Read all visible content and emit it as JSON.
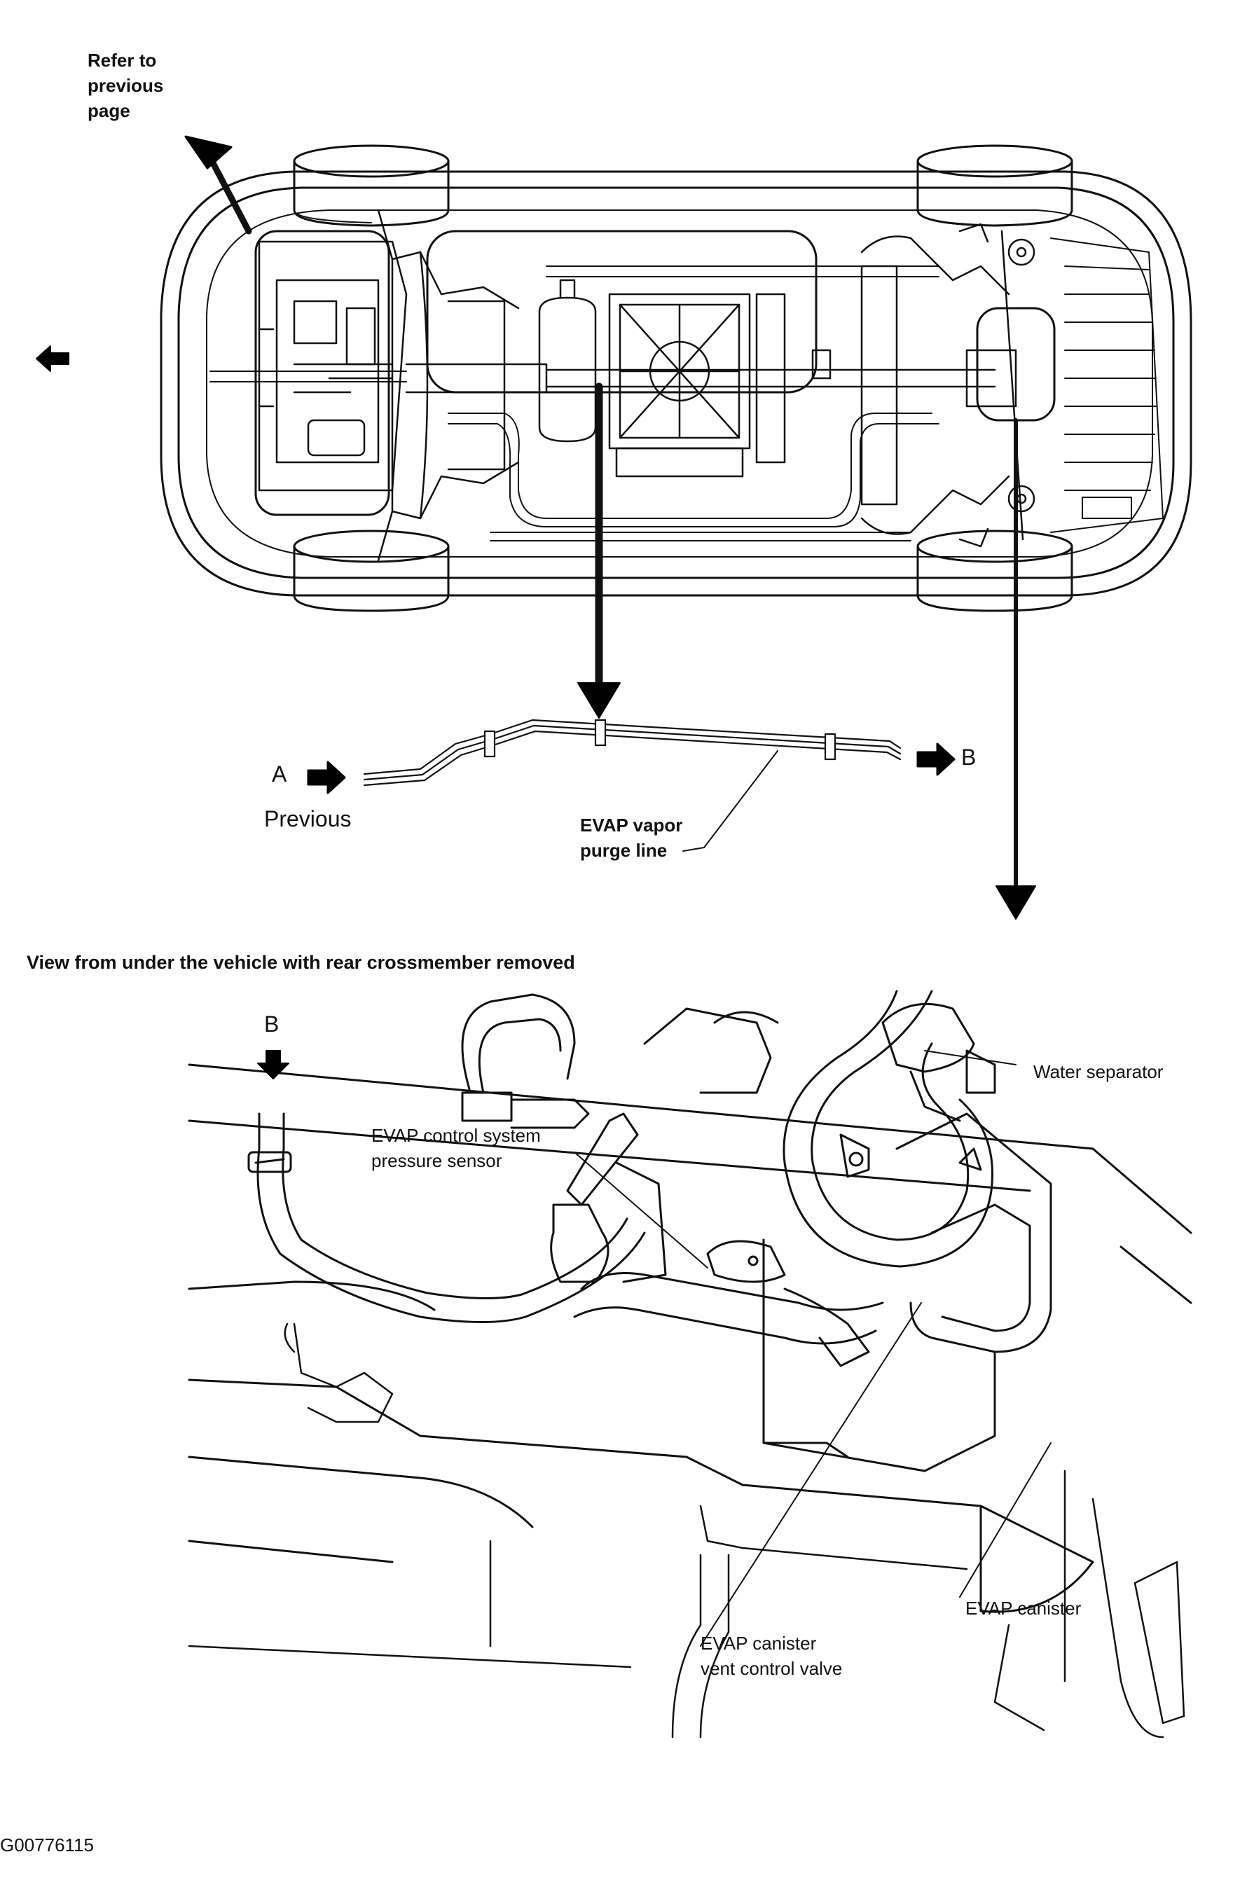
{
  "labels": {
    "refer_line1": "Refer to",
    "refer_line2": "previous",
    "refer_line3": "page",
    "letter_a": "A",
    "letter_b": "B",
    "previous": "Previous",
    "purge_line1": "EVAP vapor",
    "purge_line2": "purge line",
    "view_caption": "View from under the vehicle with rear crossmember removed",
    "letter_b_detail": "B",
    "water_separator": "Water separator",
    "pressure_sensor_line1": "EVAP control system",
    "pressure_sensor_line2": "pressure sensor",
    "evap_canister": "EVAP canister",
    "vent_valve_line1": "EVAP canister",
    "vent_valve_line2": "vent control valve",
    "figure_id": "G00776115"
  }
}
